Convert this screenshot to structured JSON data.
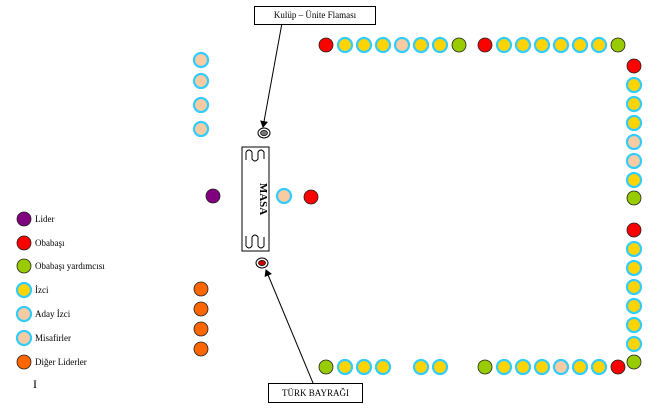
{
  "colors": {
    "lider": "#800080",
    "obabasi": "#ff0000",
    "yardimci": "#99cc00",
    "izci": "#ffd400",
    "aday": "#f8cba2",
    "misafir": "#f8cba2",
    "diger": "#ff6600",
    "ring": "#33ccff",
    "outline": "#222222"
  },
  "flag_club_label": "Kulüp – Ünite Flaması",
  "flag_turkey_label": "TÜRK BAYRAĞI",
  "table_label": "MASA",
  "legend": [
    {
      "key": "lider",
      "label": "Lider"
    },
    {
      "key": "obabasi",
      "label": "Obabaşı"
    },
    {
      "key": "yardimci",
      "label": "Obabaşı yardımcısı"
    },
    {
      "key": "izci",
      "label": "İzci"
    },
    {
      "key": "aday",
      "label": "Aday İzci"
    },
    {
      "key": "misafir",
      "label": "Misafirler"
    },
    {
      "key": "diger",
      "label": "Diğer Liderler"
    }
  ],
  "legend_trailing_mark": "I",
  "rows": {
    "top": [
      "obabasi",
      "izci",
      "izci",
      "izci",
      "aday",
      "izci",
      "izci",
      "yardimci",
      "obabasi",
      "izci",
      "izci",
      "izci",
      "izci",
      "izci",
      "izci",
      "yardimci"
    ],
    "right": [
      "obabasi",
      "izci",
      "izci",
      "izci",
      "aday",
      "aday",
      "izci",
      "yardimci",
      "obabasi",
      "izci",
      "izci",
      "izci",
      "izci",
      "izci",
      "izci",
      "yardimci"
    ],
    "bottom_left": [
      "yardimci",
      "izci",
      "izci",
      "izci",
      "izci",
      "izci"
    ],
    "bottom_right": [
      "yardimci",
      "izci",
      "izci",
      "izci",
      "aday",
      "izci",
      "izci",
      "obabasi"
    ],
    "misafir_column": [
      "misafir",
      "misafir",
      "misafir",
      "misafir"
    ],
    "diger_column": [
      "diger",
      "diger",
      "diger",
      "diger"
    ],
    "center": [
      "lider",
      "aday",
      "obabasi"
    ]
  }
}
